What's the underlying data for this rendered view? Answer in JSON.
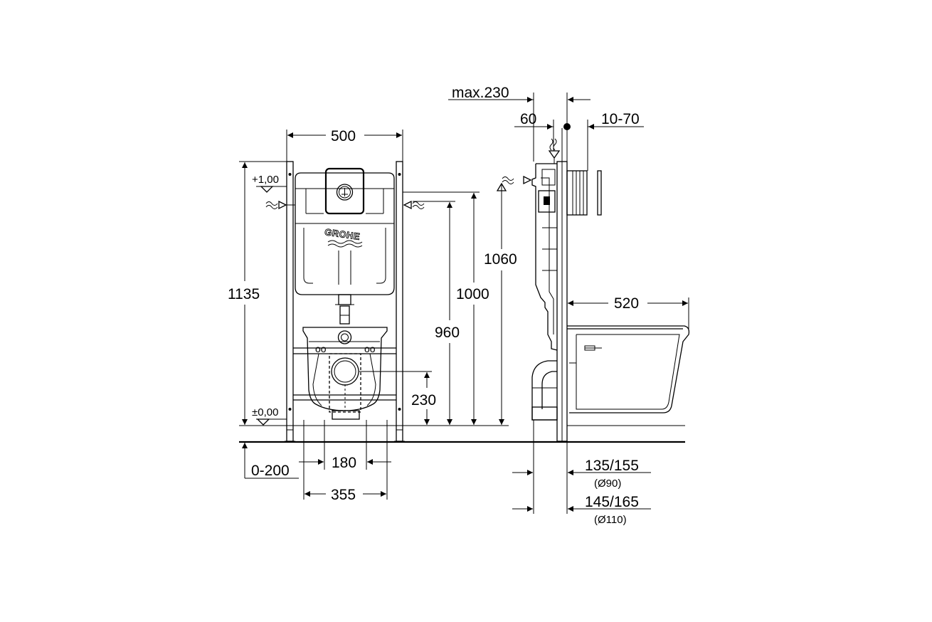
{
  "front_view": {
    "brand_logo": "GROHE",
    "level_top": "+1,00",
    "level_zero": "±0,00",
    "width_top": "500",
    "height_total": "1135",
    "dim_1060": "1060",
    "dim_1000": "1000",
    "dim_960": "960",
    "dim_230": "230",
    "dim_180": "180",
    "dim_355": "355",
    "dim_0_200": "0-200"
  },
  "side_view": {
    "max_depth": "max.230",
    "dim_60": "60",
    "dim_10_70": "10-70",
    "bowl_depth": "520",
    "dim_135_155": "135/155",
    "pipe_90": "(Ø90)",
    "dim_145_165": "145/165",
    "pipe_110": "(Ø110)"
  }
}
